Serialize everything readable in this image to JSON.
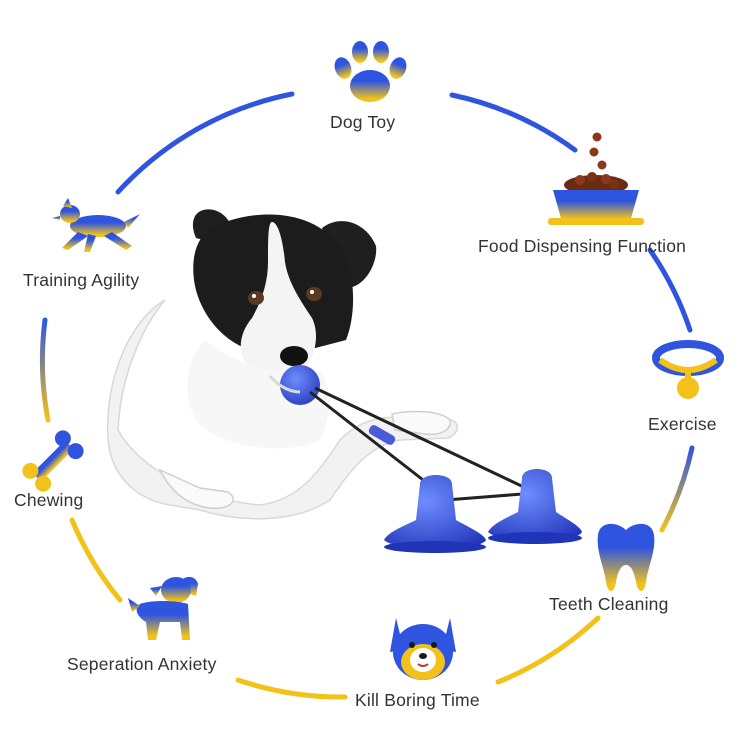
{
  "features": [
    {
      "label": "Dog Toy",
      "icon": "paw-icon"
    },
    {
      "label": "Food Dispensing Function",
      "icon": "food-bowl-icon"
    },
    {
      "label": "Exercise",
      "icon": "collar-icon"
    },
    {
      "label": "Teeth Cleaning",
      "icon": "tooth-icon"
    },
    {
      "label": "Kill Boring Time",
      "icon": "dog-face-icon"
    },
    {
      "label": "Seperation Anxiety",
      "icon": "sitting-dog-icon"
    },
    {
      "label": "Chewing",
      "icon": "bone-icon"
    },
    {
      "label": "Training Agility",
      "icon": "running-dog-icon"
    }
  ],
  "colors": {
    "blue": "#2f55e0",
    "yellow": "#f2c21b"
  },
  "product": {
    "name": "dog-tug-toy-with-suction-cups"
  }
}
